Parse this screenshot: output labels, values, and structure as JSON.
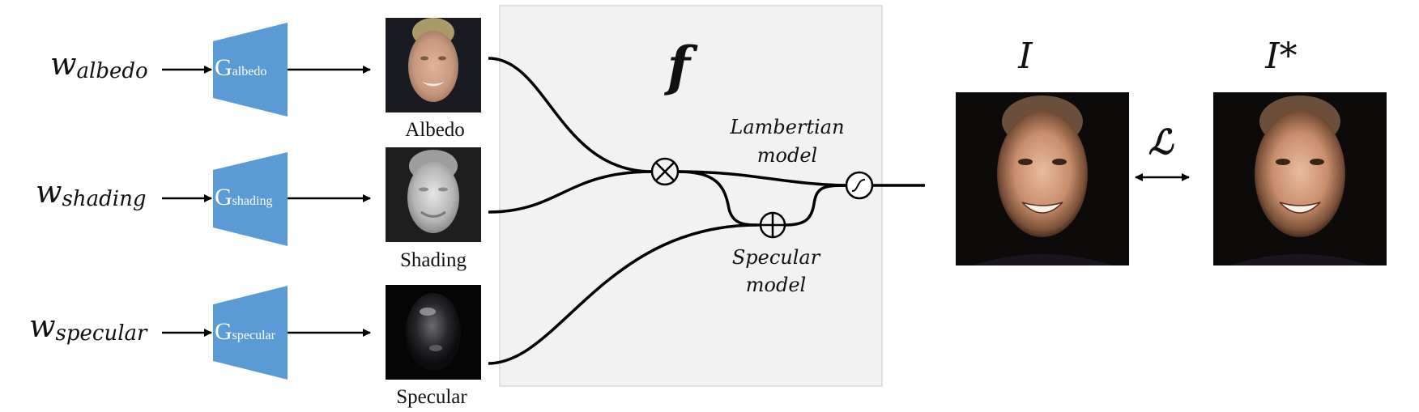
{
  "inputs": [
    {
      "w_base": "w",
      "w_sub": "albedo",
      "g_base": "G",
      "g_sub": "albedo",
      "output_label": "Albedo"
    },
    {
      "w_base": "w",
      "w_sub": "shading",
      "g_base": "G",
      "g_sub": "shading",
      "output_label": "Shading"
    },
    {
      "w_base": "w",
      "w_sub": "specular",
      "g_base": "G",
      "g_sub": "specular",
      "output_label": "Specular"
    }
  ],
  "function_label": "f",
  "lambertian_label": [
    "Lambertian",
    "model"
  ],
  "specular_model_label": [
    "Specular",
    "model"
  ],
  "output_label": "I",
  "target_label": "I*",
  "loss_label": "ℒ",
  "operators": {
    "multiply": "⊗",
    "add": "⊕",
    "activation": "sigmoid"
  },
  "colors": {
    "generator": "#5b9bd5",
    "panel": "#f2f2f2",
    "panel_border": "#d9d9d9",
    "line": "#000000"
  }
}
